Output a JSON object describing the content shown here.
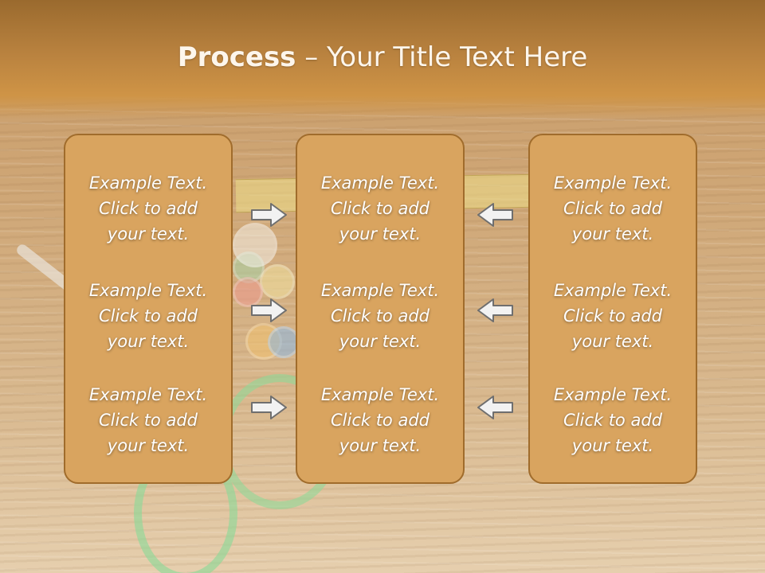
{
  "header": {
    "title_bold": "Process",
    "title_rest": " – Your Title Text Here"
  },
  "columns": [
    {
      "items": [
        {
          "line1": "Example Text.",
          "line2": "Click  to add",
          "line3": "your text."
        },
        {
          "line1": "Example Text.",
          "line2": "Click  to add",
          "line3": "your text."
        },
        {
          "line1": "Example Text.",
          "line2": "Click  to add",
          "line3": "your text."
        }
      ]
    },
    {
      "items": [
        {
          "line1": "Example Text.",
          "line2": "Click  to add",
          "line3": "your text."
        },
        {
          "line1": "Example Text.",
          "line2": "Click  to add",
          "line3": "your text."
        },
        {
          "line1": "Example Text.",
          "line2": "Click  to add",
          "line3": "your text."
        }
      ]
    },
    {
      "items": [
        {
          "line1": "Example Text.",
          "line2": "Click  to add",
          "line3": "your text."
        },
        {
          "line1": "Example Text.",
          "line2": "Click  to add",
          "line3": "your text."
        },
        {
          "line1": "Example Text.",
          "line2": "Click  to add",
          "line3": "your text."
        }
      ]
    }
  ],
  "arrows": {
    "left_group": "arrow-right-icon",
    "right_group": "arrow-left-icon"
  },
  "colors": {
    "header": "#b9823f",
    "box_fill": "#d9a45f",
    "box_border": "#a06c2c",
    "arrow_fill": "#f2f2f2",
    "arrow_stroke": "#6f6f6f"
  }
}
